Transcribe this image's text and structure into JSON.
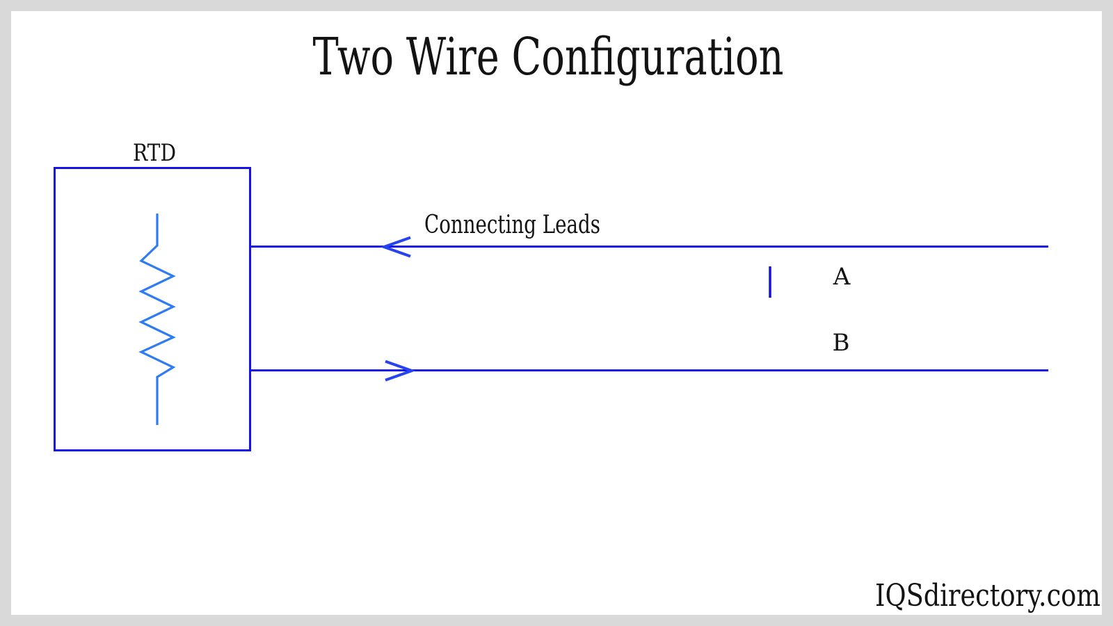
{
  "title": "Two Wire Configuration",
  "rtd_box": {
    "label": "RTD"
  },
  "leads": {
    "label": "Connecting Leads",
    "lead_a": "A",
    "lead_b": "B"
  },
  "watermark": "IQSdirectory.com",
  "colors": {
    "line_blue": "#1612e9",
    "resistor_blue": "#2e7bf2",
    "arrow_blue": "#2742f0",
    "tick_blue": "#1210e6",
    "text_black": "#131313",
    "frame_gray": "#d9d9d9",
    "canvas_white": "#ffffff"
  }
}
